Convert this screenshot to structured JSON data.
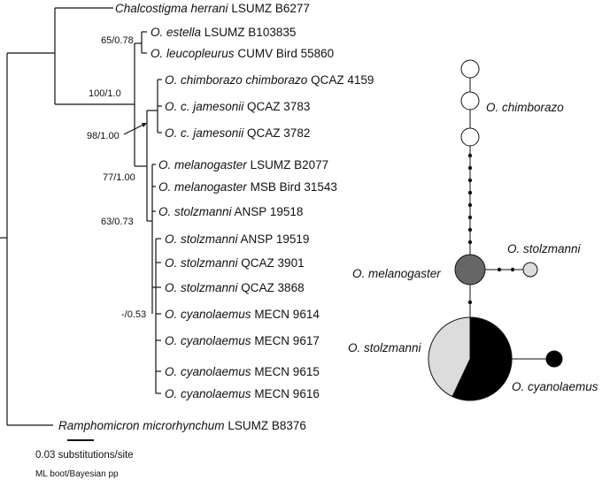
{
  "phylogeny": {
    "taxa": [
      {
        "genus": "Chalcostigma herrani",
        "voucher": "LSUMZ B6277"
      },
      {
        "genus": "O. estella",
        "voucher": "LSUMZ B103835"
      },
      {
        "genus": "O. leucopleurus",
        "voucher": "CUMV Bird 55860"
      },
      {
        "genus": "O. chimborazo chimborazo",
        "voucher": "QCAZ 4159"
      },
      {
        "genus": "O. c. jamesonii",
        "voucher": "QCAZ 3783"
      },
      {
        "genus": "O. c. jamesonii",
        "voucher": "QCAZ 3782"
      },
      {
        "genus": "O. melanogaster",
        "voucher": "LSUMZ B2077"
      },
      {
        "genus": "O. melanogaster",
        "voucher": "MSB Bird 31543"
      },
      {
        "genus": "O. stolzmanni",
        "voucher": "ANSP 19518"
      },
      {
        "genus": "O. stolzmanni",
        "voucher": "ANSP 19519"
      },
      {
        "genus": "O. stolzmanni",
        "voucher": "QCAZ 3901"
      },
      {
        "genus": "O. stolzmanni",
        "voucher": "QCAZ 3868"
      },
      {
        "genus": "O. cyanolaemus",
        "voucher": "MECN 9614"
      },
      {
        "genus": "O. cyanolaemus",
        "voucher": "MECN 9617"
      },
      {
        "genus": "O. cyanolaemus",
        "voucher": "MECN 9615"
      },
      {
        "genus": "O. cyanolaemus",
        "voucher": "MECN 9616"
      },
      {
        "genus": "Ramphomicron microrhynchum",
        "voucher": "LSUMZ B8376"
      }
    ],
    "support_values": {
      "node_estella_leucopleurus": "65/0.78",
      "node_oreotrochilus": "100/1.0",
      "node_chimborazo": "98/1.00",
      "node_melanogaster_group": "77/1.00",
      "node_stolzmanni_group": "63/0.73",
      "node_cyanolaemus_group": "-/0.53"
    },
    "scale_bar_label": "0.03 substitutions/site",
    "support_legend": "ML boot/Bayesian pp"
  },
  "haplotype_network": {
    "labels": {
      "chimborazo": "O. chimborazo",
      "stolzmanni_small": "O. stolzmanni",
      "melanogaster": "O. melanogaster",
      "stolzmanni_large": "O. stolzmanni",
      "cyanolaemus": "O. cyanolaemus"
    },
    "colors": {
      "melanogaster": "#666666",
      "stolzmanni": "#dcdcdc",
      "cyanolaemus": "#000000",
      "chimborazo": "#ffffff",
      "outline": "#111111"
    },
    "large_pie": {
      "cyanolaemus_fraction": 0.56,
      "stolzmanni_fraction": 0.44
    },
    "mutation_steps_chimborazo_to_melanogaster": 8,
    "mutation_steps_melanogaster_to_stolzmanni": 2
  }
}
